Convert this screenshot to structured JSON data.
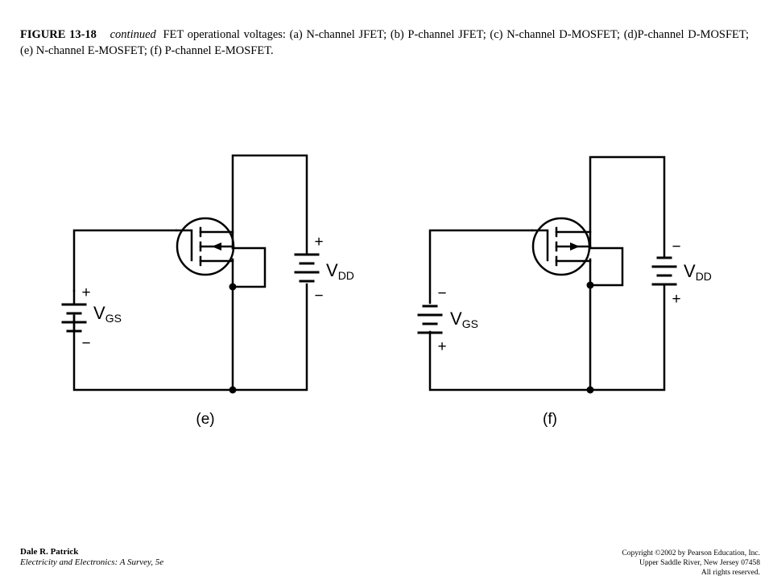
{
  "caption": {
    "figure_number": "FIGURE 13-18",
    "continued": "continued",
    "text": "FET operational voltages: (a) N-channel JFET; (b) P-channel JFET; (c) N-channel D-MOSFET; (d)P-channel D-MOSFET; (e) N-channel E-MOSFET; (f) P-channel E-MOSFET."
  },
  "circuits": [
    {
      "id": "e",
      "label": "(e)",
      "channel": "N-channel E-MOSFET",
      "vgs": {
        "base": "V",
        "sub": "GS",
        "top_sign": "+",
        "bottom_sign": "−"
      },
      "vdd": {
        "base": "V",
        "sub": "DD",
        "top_sign": "+",
        "bottom_sign": "−"
      }
    },
    {
      "id": "f",
      "label": "(f)",
      "channel": "P-channel E-MOSFET",
      "vgs": {
        "base": "V",
        "sub": "GS",
        "top_sign": "−",
        "bottom_sign": "+"
      },
      "vdd": {
        "base": "V",
        "sub": "DD",
        "top_sign": "−",
        "bottom_sign": "+"
      }
    }
  ],
  "footer": {
    "author": "Dale R. Patrick",
    "book": "Electricity and Electronics: A Survey, 5e",
    "copyright_lines": [
      "Copyright ©2002 by Pearson Education, Inc.",
      "Upper Saddle River, New Jersey 07458",
      "All rights reserved."
    ]
  }
}
